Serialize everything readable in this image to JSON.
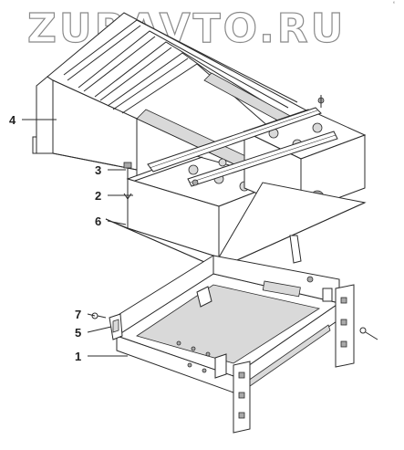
{
  "watermark": "ZURAVTO.RU",
  "corner_mark": "ʻ",
  "callouts": [
    {
      "id": "4",
      "label": "4"
    },
    {
      "id": "3",
      "label": "3"
    },
    {
      "id": "2",
      "label": "2"
    },
    {
      "id": "6",
      "label": "6"
    },
    {
      "id": "7",
      "label": "7"
    },
    {
      "id": "5",
      "label": "5"
    },
    {
      "id": "1",
      "label": "1"
    }
  ]
}
